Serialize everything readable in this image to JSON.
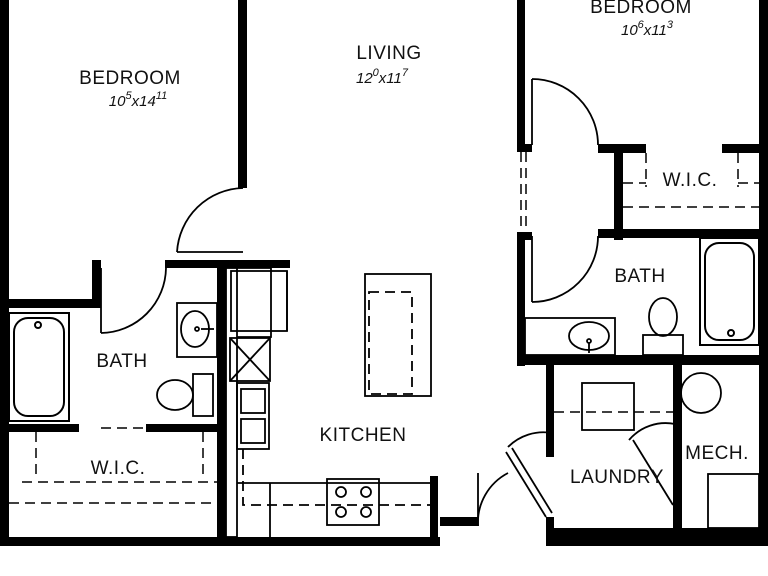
{
  "rooms": {
    "bedroom_left": {
      "label": "BEDROOM",
      "dim": {
        "w_ft": "10",
        "w_in": "5",
        "sep": "x",
        "h_ft": "14",
        "h_in": "11"
      }
    },
    "living": {
      "label": "LIVING",
      "dim": {
        "w_ft": "12",
        "w_in": "0",
        "sep": "x",
        "h_ft": "11",
        "h_in": "7"
      }
    },
    "bedroom_right": {
      "label": "BEDROOM",
      "dim": {
        "w_ft": "10",
        "w_in": "6",
        "sep": "x",
        "h_ft": "11",
        "h_in": "3"
      }
    },
    "wic_right": {
      "label": "W.I.C."
    },
    "bath_right": {
      "label": "BATH"
    },
    "bath_left": {
      "label": "BATH"
    },
    "wic_left": {
      "label": "W.I.C."
    },
    "kitchen": {
      "label": "KITCHEN"
    },
    "laundry": {
      "label": "LAUNDRY"
    },
    "mech": {
      "label": "MECH."
    }
  },
  "colors": {
    "wall": "#000000",
    "line": "#000000",
    "background": "#ffffff"
  }
}
